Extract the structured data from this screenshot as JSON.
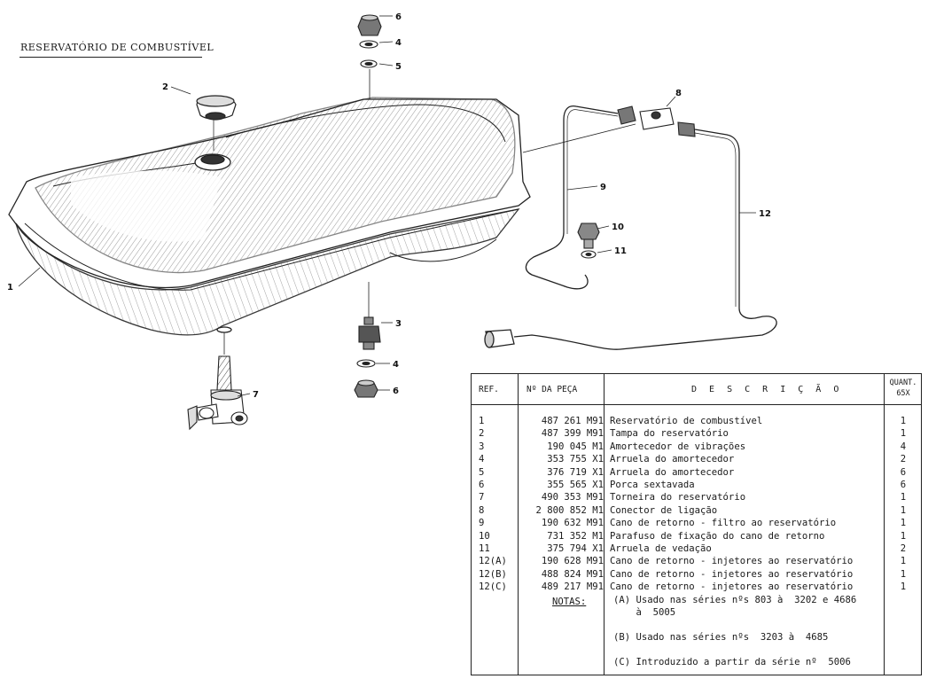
{
  "title": "RESERVATÓRIO DE COMBUSTÍVEL",
  "callouts": {
    "c1": "1",
    "c2": "2",
    "c3": "3",
    "c4a": "4",
    "c4b": "4",
    "c5": "5",
    "c6a": "6",
    "c6b": "6",
    "c7": "7",
    "c8": "8",
    "c9": "9",
    "c10": "10",
    "c11": "11",
    "c12": "12"
  },
  "table": {
    "headers": {
      "ref": "REF.",
      "part": "Nº DA PEÇA",
      "desc": "D E S C R I Ç Ã O",
      "qty_line1": "QUANT.",
      "qty_line2": "65X"
    },
    "rows": [
      {
        "ref": "1",
        "part": "487 261 M91",
        "desc": "Reservatório de combustível",
        "qty": "1"
      },
      {
        "ref": "2",
        "part": "487 399 M91",
        "desc": "Tampa do reservatório",
        "qty": "1"
      },
      {
        "ref": "3",
        "part": "190 045 M1",
        "desc": "Amortecedor de vibrações",
        "qty": "4"
      },
      {
        "ref": "4",
        "part": "353 755 X1",
        "desc": "Arruela do amortecedor",
        "qty": "2"
      },
      {
        "ref": "5",
        "part": "376 719 X1",
        "desc": "Arruela do amortecedor",
        "qty": "6"
      },
      {
        "ref": "6",
        "part": "355 565 X1",
        "desc": "Porca sextavada",
        "qty": "6"
      },
      {
        "ref": "7",
        "part": "490 353 M91",
        "desc": "Torneira do reservatório",
        "qty": "1"
      },
      {
        "ref": "8",
        "part": "2 800 852 M1",
        "desc": "Conector de ligação",
        "qty": "1"
      },
      {
        "ref": "9",
        "part": "190 632 M91",
        "desc": "Cano de retorno - filtro ao reservatório",
        "qty": "1"
      },
      {
        "ref": "10",
        "part": "731 352 M1",
        "desc": "Parafuso de fixação do cano de retorno",
        "qty": "1"
      },
      {
        "ref": "11",
        "part": "375 794 X1",
        "desc": "Arruela de vedação",
        "qty": "2"
      },
      {
        "ref": "12(A)",
        "part": "190 628 M91",
        "desc": "Cano de retorno - injetores ao reservatório",
        "qty": "1"
      },
      {
        "ref": "12(B)",
        "part": "488 824 M91",
        "desc": "Cano de retorno - injetores ao reservatório",
        "qty": "1"
      },
      {
        "ref": "12(C)",
        "part": "489 217 M91",
        "desc": "Cano de retorno - injetores ao reservatório",
        "qty": "1"
      }
    ],
    "notes_label": "NOTAS:",
    "notes": [
      "(A) Usado nas séries nºs 803 à  3202 e 4686\n    à  5005",
      "(B) Usado nas séries nºs  3203 à  4685",
      "(C) Introduzido a partir da série nº  5006"
    ]
  }
}
